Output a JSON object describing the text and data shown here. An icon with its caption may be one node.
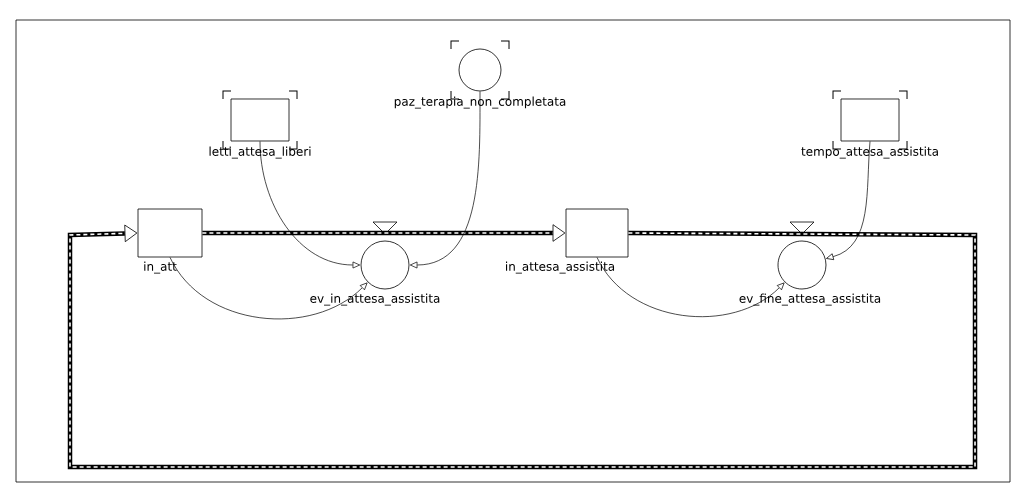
{
  "diagram": {
    "nodes": [
      {
        "text": [
          "letti_attesa_liberi"
        ]
      },
      {
        "text": [
          "paz_terapia_non_completata"
        ]
      },
      {
        "text": [
          "tempo_attesa_assistita"
        ]
      },
      {
        "text": [
          "in_att"
        ]
      },
      {
        "text": [
          "ev_in_attesa_assistita"
        ]
      },
      {
        "text": [
          "in_attesa_assistita"
        ]
      },
      {
        "text": [
          "ev_fine_attesa_assistita"
        ]
      }
    ],
    "edges": [
      {
        "from": 3,
        "to": 5,
        "arrow": "to",
        "style": "thick"
      },
      {
        "from": 5,
        "to": 3,
        "arrow": "to",
        "style": "thick"
      },
      {
        "from": 0,
        "to": 4,
        "arrow": "to"
      },
      {
        "from": 1,
        "to": 4,
        "arrow": "to"
      },
      {
        "from": 3,
        "to": 4,
        "arrow": "to"
      },
      {
        "from": 2,
        "to": 6,
        "arrow": "to"
      },
      {
        "from": 5,
        "to": 6,
        "arrow": "to"
      }
    ]
  }
}
